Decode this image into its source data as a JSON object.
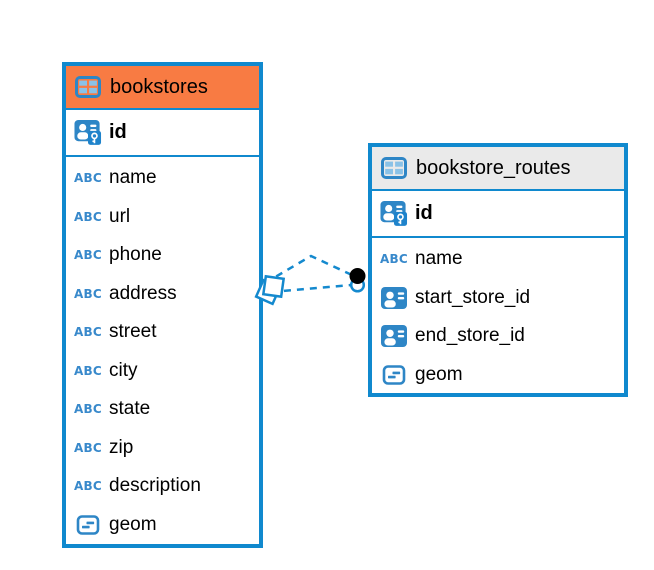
{
  "diagram": {
    "tables": [
      {
        "name": "bookstores",
        "header_style": "orange",
        "primary_key": {
          "name": "id"
        },
        "columns": [
          {
            "name": "name",
            "type": "text"
          },
          {
            "name": "url",
            "type": "text"
          },
          {
            "name": "phone",
            "type": "text"
          },
          {
            "name": "address",
            "type": "text"
          },
          {
            "name": "street",
            "type": "text"
          },
          {
            "name": "city",
            "type": "text"
          },
          {
            "name": "state",
            "type": "text"
          },
          {
            "name": "zip",
            "type": "text"
          },
          {
            "name": "description",
            "type": "text"
          },
          {
            "name": "geom",
            "type": "geometry"
          }
        ]
      },
      {
        "name": "bookstore_routes",
        "header_style": "gray",
        "primary_key": {
          "name": "id"
        },
        "columns": [
          {
            "name": "name",
            "type": "text"
          },
          {
            "name": "start_store_id",
            "type": "foreign-key"
          },
          {
            "name": "end_store_id",
            "type": "foreign-key"
          },
          {
            "name": "geom",
            "type": "geometry"
          }
        ]
      }
    ],
    "relationships": [
      {
        "from": "bookstores",
        "to": "bookstore_routes",
        "line_style": "dashed",
        "from_marker": "stacked-squares",
        "to_marker": "filled-circle"
      },
      {
        "from": "bookstores",
        "to": "bookstore_routes",
        "line_style": "dashed",
        "from_marker": "stacked-squares",
        "to_marker": "ring-circle"
      }
    ],
    "colors": {
      "table_border_blue": "#1089CE",
      "header_orange": "#F87B43",
      "header_gray": "#EAEAEA",
      "icon_blue": "#2E86C6",
      "relationship_line_blue": "#1489CE",
      "text": "#000000"
    }
  }
}
